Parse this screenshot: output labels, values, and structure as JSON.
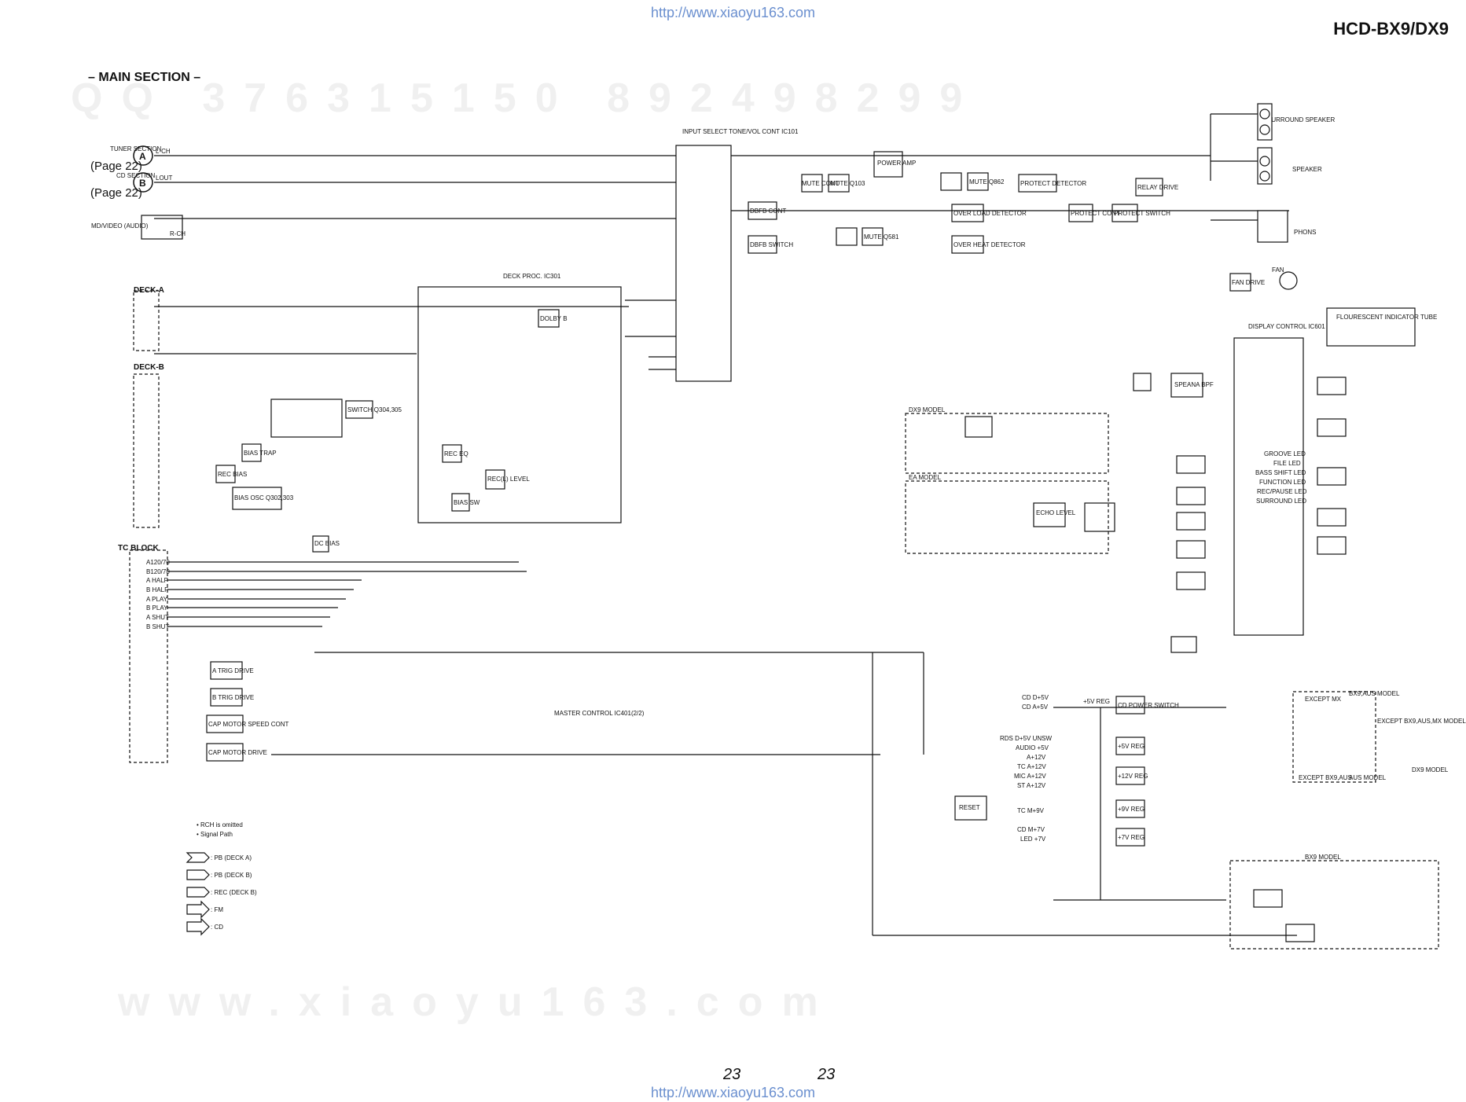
{
  "header": {
    "url_top": "http://www.xiaoyu163.com",
    "url_bottom": "http://www.xiaoyu163.com",
    "model": "HCD-BX9/DX9",
    "section": "– MAIN SECTION –",
    "page_left": "23",
    "page_right": "23"
  },
  "watermarks": {
    "numbers": "QQ 376315150 892498299",
    "domain": "www.xiaoyu163.com"
  },
  "inputs": {
    "tuner": "TUNER SECTION",
    "tuner_page": "(Page 22)",
    "cd": "CD SECTION",
    "cd_page": "(Page 22)",
    "mdvideo": "MD/VIDEO (AUDIO)",
    "lch": "L-CH",
    "lout": "LOUT",
    "rch": "R-CH"
  },
  "blocks": {
    "ic101": "INPUT SELECT TONE/VOL CONT IC101",
    "ic301": "DECK PROC. IC301",
    "ic401": "MASTER CONTROL IC401(2/2)",
    "ic601": "DISPLAY CONTROL IC601",
    "fl601": "FLOURESCENT INDICATOR TUBE",
    "ic501": "POWER AMP",
    "ic602": "SPEANA BPF",
    "ic721": "ECHO LEVEL",
    "ic501b": "RESET",
    "dbfb_cont": "DBFB CONT",
    "dbfb_switch": "DBFB SWITCH",
    "mute_cont": "MUTE CONT",
    "mute_q103": "MUTE Q103",
    "mute_q581": "MUTE Q581",
    "mute_q862": "MUTE Q862",
    "protect_det": "PROTECT DETECTOR",
    "protect_cont": "PROTECT CONT",
    "protect_switch": "PROTECT SWITCH",
    "relay_drive": "RELAY DRIVE",
    "overload": "OVER LOAD DETECTOR",
    "overheat": "OVER HEAT DETECTOR",
    "fan_drive": "FAN DRIVE",
    "rec_eq": "REC EQ",
    "bias_trap": "BIAS TRAP",
    "rec_bias": "REC BIAS",
    "bias_osc": "BIAS OSC Q302,303",
    "bias_sw": "BIAS SW",
    "dc_bias": "DC BIAS",
    "switch": "SWITCH Q304,305",
    "rec_level": "REC(L) LEVEL",
    "dolby": "DOLBY B",
    "a_trig_drive": "A TRIG DRIVE",
    "b_trig_drive": "B TRIG DRIVE",
    "cap_speed": "CAP MOTOR SPEED CONT",
    "cap_drive": "CAP MOTOR DRIVE",
    "tc_block": "TC BLOCK",
    "deck_a": "DECK-A",
    "deck_b": "DECK-B"
  },
  "tc_pins": [
    "A120/70",
    "B120/70",
    "A HALF",
    "B HALF",
    "A PLAY",
    "B PLAY",
    "A SHUT",
    "B SHUT"
  ],
  "display_leds": [
    "GROOVE LED",
    "FILE LED",
    "BASS SHIFT LED",
    "FUNCTION LED",
    "REC/PAUSE LED",
    "SURROUND LED"
  ],
  "power_rails": [
    "CD D+5V",
    "CD A+5V",
    "RDS D+5V UNSW",
    "AUDIO +5V",
    "A+12V",
    "TC A+12V",
    "MIC A+12V",
    "ST A+12V",
    "TC M+9V",
    "CD M+7V",
    "LED +7V"
  ],
  "regs": [
    "+5V REG",
    "CD POWER SWITCH",
    "+5V REG",
    "+12V REG",
    "+9V REG",
    "+7V REG"
  ],
  "legend": {
    "title1": "• RCH is omitted",
    "title2": "• Signal Path",
    "items": [
      ": PB (DECK A)",
      ": PB (DECK B)",
      ": REC (DECK B)",
      ": FM",
      ": CD"
    ]
  },
  "outputs": {
    "surround": "SURROUND SPEAKER",
    "speaker": "SPEAKER",
    "phones": "PHONS",
    "fan": "FAN"
  },
  "models": {
    "dx9": "DX9 MODEL",
    "ea": "EA MODEL",
    "bx9": "BX9 MODEL",
    "bx9aus": "BX9,AUS MODEL",
    "except_mx": "EXCEPT MX",
    "except_bx9": "EXCEPT BX9,AUS,MX MODEL",
    "aus": "AUS MODEL",
    "dx9m": "DX9 MODEL",
    "except_bx9aus": "EXCEPT BX9,AUS"
  }
}
